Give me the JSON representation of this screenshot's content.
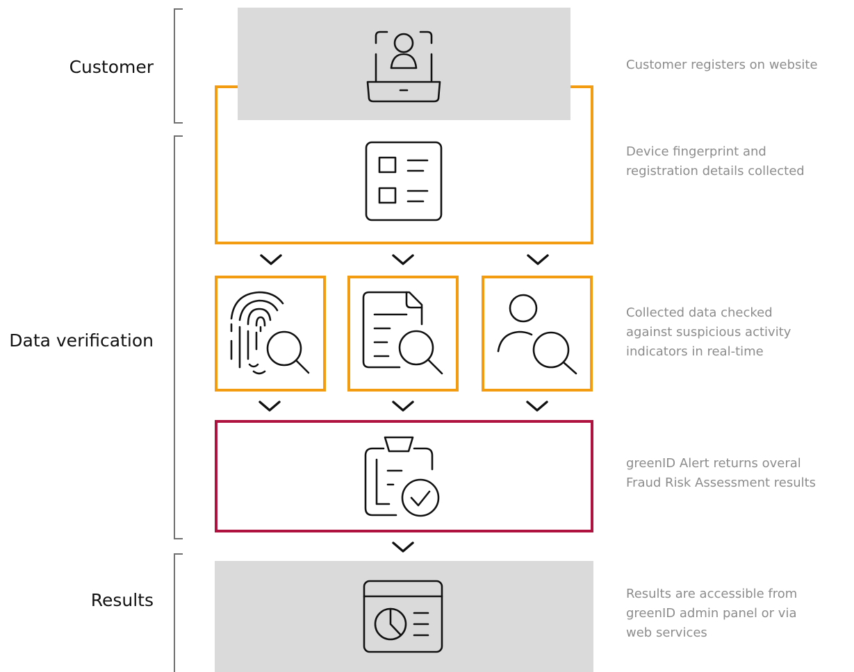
{
  "stages": {
    "customer": "Customer",
    "verification": "Data verification",
    "results": "Results"
  },
  "descriptions": {
    "register": "Customer registers on website",
    "collect": "Device fingerprint and\nregistration details collected",
    "check": "Collected data checked\nagainst suspicious activity\nindicators in real-time",
    "alert": "greenID Alert returns overal\nFraud Risk Assessment results",
    "results": "Results are accessible from\ngreenID admin panel or via\nweb services"
  },
  "colors": {
    "gray_fill": "#dadada",
    "orange_border": "#f39c12",
    "crimson_border": "#b0123f",
    "description_text": "#8c8c8c",
    "bracket": "#6f6f6f"
  },
  "icons": {
    "register": "laptop-user-icon",
    "collect": "checklist-form-icon",
    "check_1": "fingerprint-search-icon",
    "check_2": "document-search-icon",
    "check_3": "user-search-icon",
    "alert": "clipboard-check-icon",
    "results": "dashboard-pie-chart-icon"
  }
}
